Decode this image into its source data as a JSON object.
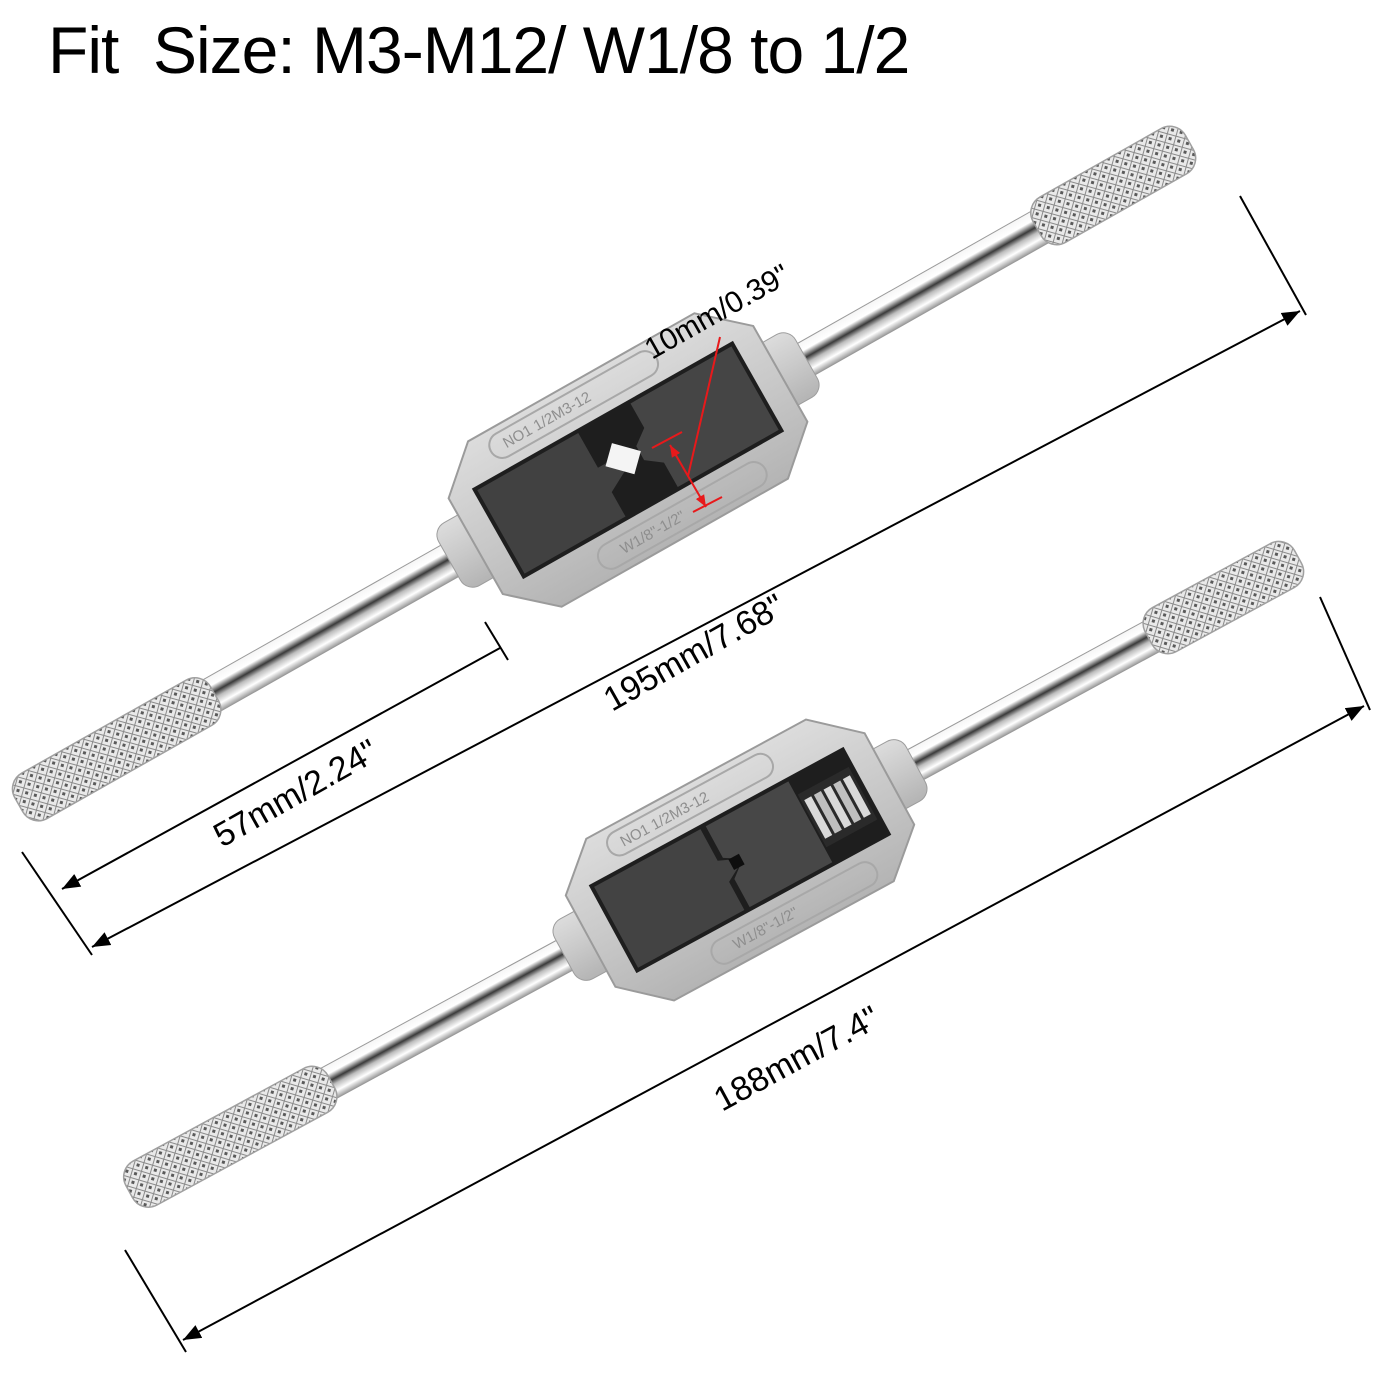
{
  "title": "Fit  Size: M3-M12/ W1/8 to 1/2",
  "colors": {
    "background": "#ffffff",
    "text": "#000000",
    "dimension_line": "#000000",
    "annotation_red": "#e8191b",
    "cast_body": "#cfcfcf",
    "die_jaw": "#3f3f3f",
    "chrome_bar": "#e6e6e6"
  },
  "wrench_top": {
    "embossed_top": "NO1 1/2M3-12",
    "embossed_bottom": "W1/8\"-1/2\"",
    "dimensions": {
      "overall": "195mm/7.68\"",
      "handle": "57mm/2.24\"",
      "jaw_opening": "10mm/0.39\""
    }
  },
  "wrench_bottom": {
    "embossed_top": "NO1 1/2M3-12",
    "embossed_bottom": "W1/8\"-1/2\"",
    "dimensions": {
      "overall": "188mm/7.4\""
    }
  }
}
